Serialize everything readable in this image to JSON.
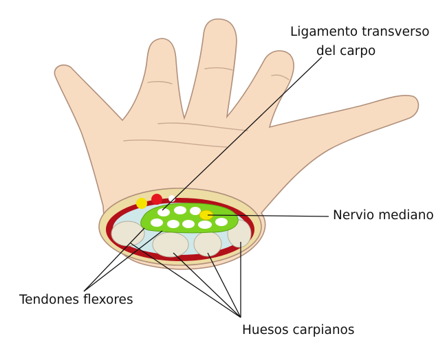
{
  "labels": {
    "ligament": [
      "Ligamento transverso",
      "del carpo"
    ],
    "nerve": "Nervio mediano",
    "tendons": "Tendones flexores",
    "bones": "Huesos carpianos"
  },
  "colors": {
    "skin": "#f7dcc2",
    "outline": "#b08f7a",
    "fat": "#eddca3",
    "muscle": "#b3101a",
    "canal": "#cfe8ea",
    "tendon_sheath": "#7ed321",
    "tendon": "#ffffff",
    "nerve": "#f5e400",
    "bone": "#ebe6d4",
    "line": "#111111"
  }
}
